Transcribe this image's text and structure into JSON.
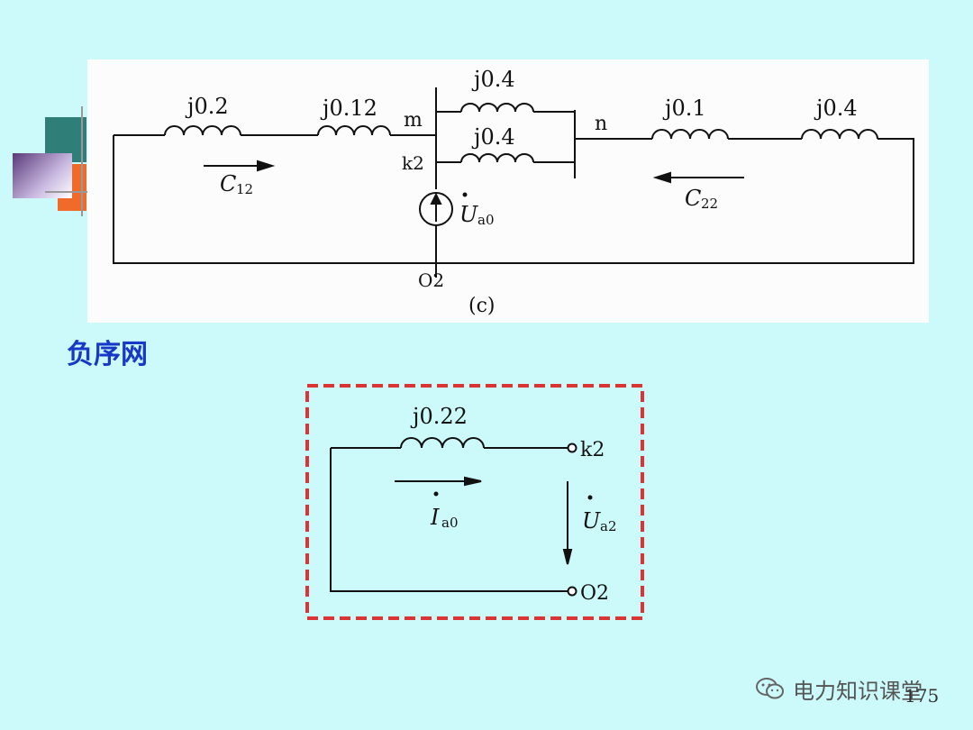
{
  "top_circuit": {
    "labels": {
      "z1": "j0.2",
      "z2": "j0.12",
      "z3": "j0.4",
      "z4": "j0.4",
      "z5": "j0.1",
      "z6": "j0.4",
      "node_m": "m",
      "node_n": "n",
      "node_k2": "k2",
      "node_o2": "O2",
      "current_left_main": "C",
      "current_left_sub": "12",
      "current_right_main": "C",
      "current_right_sub": "22",
      "source_main": "U",
      "source_sub": "a0",
      "caption": "(c)"
    }
  },
  "section_title": "负序网",
  "bottom_circuit": {
    "labels": {
      "z": "j0.22",
      "node_k2": "k2",
      "node_o2": "O2",
      "current_main": "I",
      "current_sub": "a0",
      "voltage_main": "U",
      "voltage_sub": "a2"
    }
  },
  "watermark": "电力知识课堂",
  "page_number": "175",
  "colors": {
    "background": "#ccfafa",
    "title": "#1838c8",
    "dashed_frame": "#dd3333"
  }
}
